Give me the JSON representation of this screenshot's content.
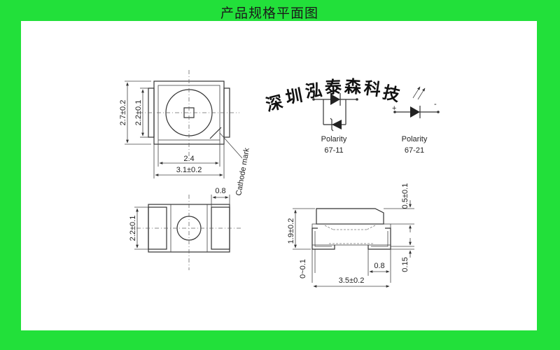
{
  "title": "产品规格平面图",
  "watermark": [
    "深",
    "圳",
    "泓",
    "泰",
    "森",
    "科",
    "技"
  ],
  "top_view": {
    "height_dim": "2.7±0.2",
    "inner_height_dim": "2.2±0.1",
    "inner_width_dim": "2.4",
    "width_dim": "3.1±0.2",
    "cathode_label": "Cathode mark"
  },
  "bottom_view": {
    "height_dim": "2.2±0.1",
    "pad_width_dim": "0.8"
  },
  "side_view": {
    "top_dim": "0.5±0.1",
    "height_dim": "1.9±0.2",
    "bottom_dim": "0.15",
    "offset_dim": "0~0.1",
    "pad_dim": "0.8",
    "width_dim": "3.5±0.2"
  },
  "polarity": {
    "left": {
      "label": "Polarity",
      "code": "67-11",
      "plus": "+",
      "minus": "-"
    },
    "right": {
      "label": "Polarity",
      "code": "67-21",
      "plus": "+",
      "minus": "-"
    }
  },
  "colors": {
    "background": "#22e03a",
    "sheet": "#ffffff",
    "ink": "#333333"
  }
}
